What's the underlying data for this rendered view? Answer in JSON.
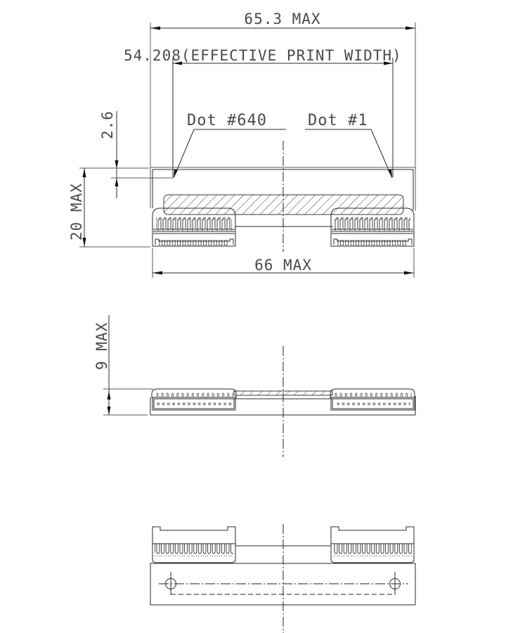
{
  "drawing": {
    "title": "Thermal print head outline drawing",
    "colors": {
      "line": "#2a2a2a",
      "text": "#4a4a4a",
      "background": "#ffffff"
    },
    "dimensions": {
      "overall_width_top": "65.3 MAX",
      "effective_print_width": "54.208(EFFECTIVE PRINT WIDTH)",
      "dot_offset": "2.6",
      "overall_height": "20 MAX",
      "overall_width_bottom": "66 MAX",
      "thickness": "9 MAX"
    },
    "callouts": {
      "dot_last": "Dot #640",
      "dot_first": "Dot #1"
    },
    "views": [
      {
        "name": "top-view"
      },
      {
        "name": "side-view"
      },
      {
        "name": "bottom-view"
      }
    ]
  }
}
